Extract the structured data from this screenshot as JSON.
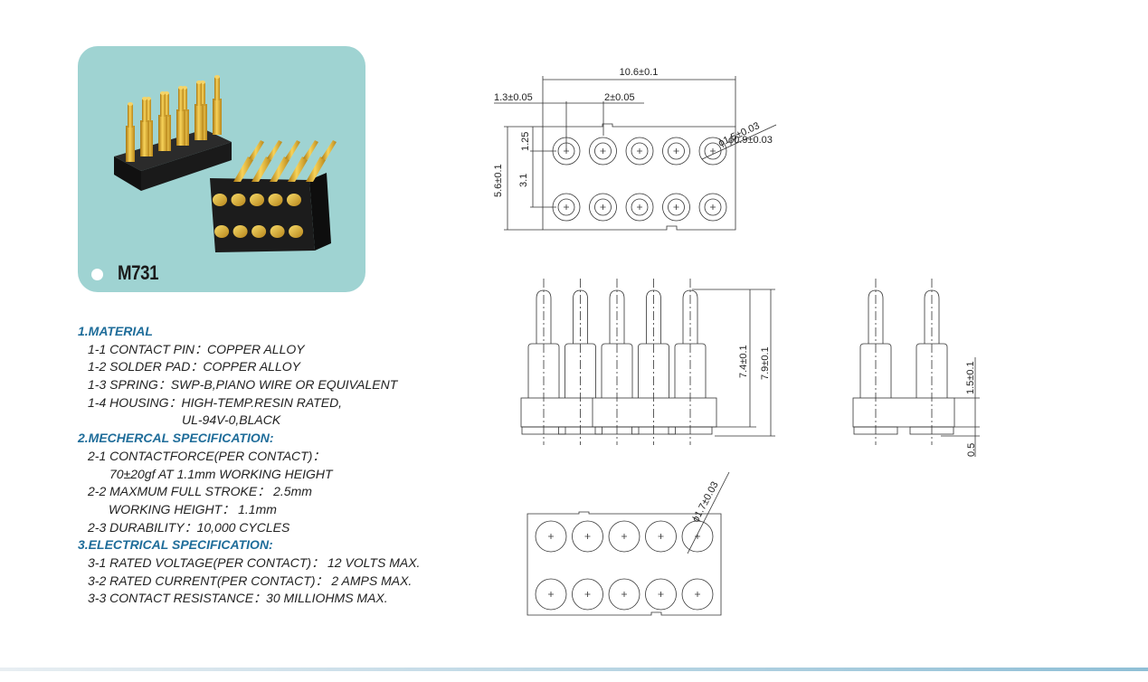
{
  "product": {
    "model": "M731"
  },
  "specs": {
    "material": {
      "heading": "1.MATERIAL",
      "items": [
        "1-1 CONTACT PIN：COPPER ALLOY",
        "1-2 SOLDER PAD：COPPER ALLOY",
        "1-3 SPRING：SWP-B,PIANO WIRE OR EQUIVALENT",
        "1-4 HOUSING：HIGH-TEMP.RESIN RATED,"
      ],
      "continuation": "UL-94V-0,BLACK"
    },
    "mechanical": {
      "heading": "2.MECHERCAL SPECIFICATION:",
      "item1": "2-1 CONTACTFORCE(PER CONTACT)：",
      "item1_detail": "70±20gf AT 1.1mm WORKING HEIGHT",
      "item2": "2-2 MAXMUM FULL STROKE：  2.5mm",
      "item2_detail": "WORKING HEIGHT：  1.1mm",
      "item3": "2-3 DURABILITY：10,000 CYCLES"
    },
    "electrical": {
      "heading": "3.ELECTRICAL SPECIFICATION:",
      "items": [
        "3-1 RATED VOLTAGE(PER CONTACT)：  12 VOLTS MAX.",
        "3-2 RATED CURRENT(PER CONTACT)：  2 AMPS MAX.",
        "3-3 CONTACT RESISTANCE：30 MILLIOHMS MAX."
      ]
    }
  },
  "dimensions": {
    "overall_width": "10.6±0.1",
    "edge_offset": "1.3±0.05",
    "pitch": "2±0.05",
    "pad_diameter": "ϕ1.5±0.03",
    "hole_diameter": "ϕ0.9±0.03",
    "top_offset": "1.25",
    "row_pitch": "3.1",
    "overall_height": "5.6±0.1",
    "pin_height_short": "7.4±0.1",
    "pin_height_total": "7.9±0.1",
    "housing_height": "1.5±0.1",
    "tail_length": "0.5",
    "bottom_pad_diameter": "ϕ1.7±0.03"
  },
  "colors": {
    "card_background": "#9fd3d2",
    "heading": "#1f6d9a",
    "gold": "#d9a521",
    "housing": "#1c1c1c"
  }
}
